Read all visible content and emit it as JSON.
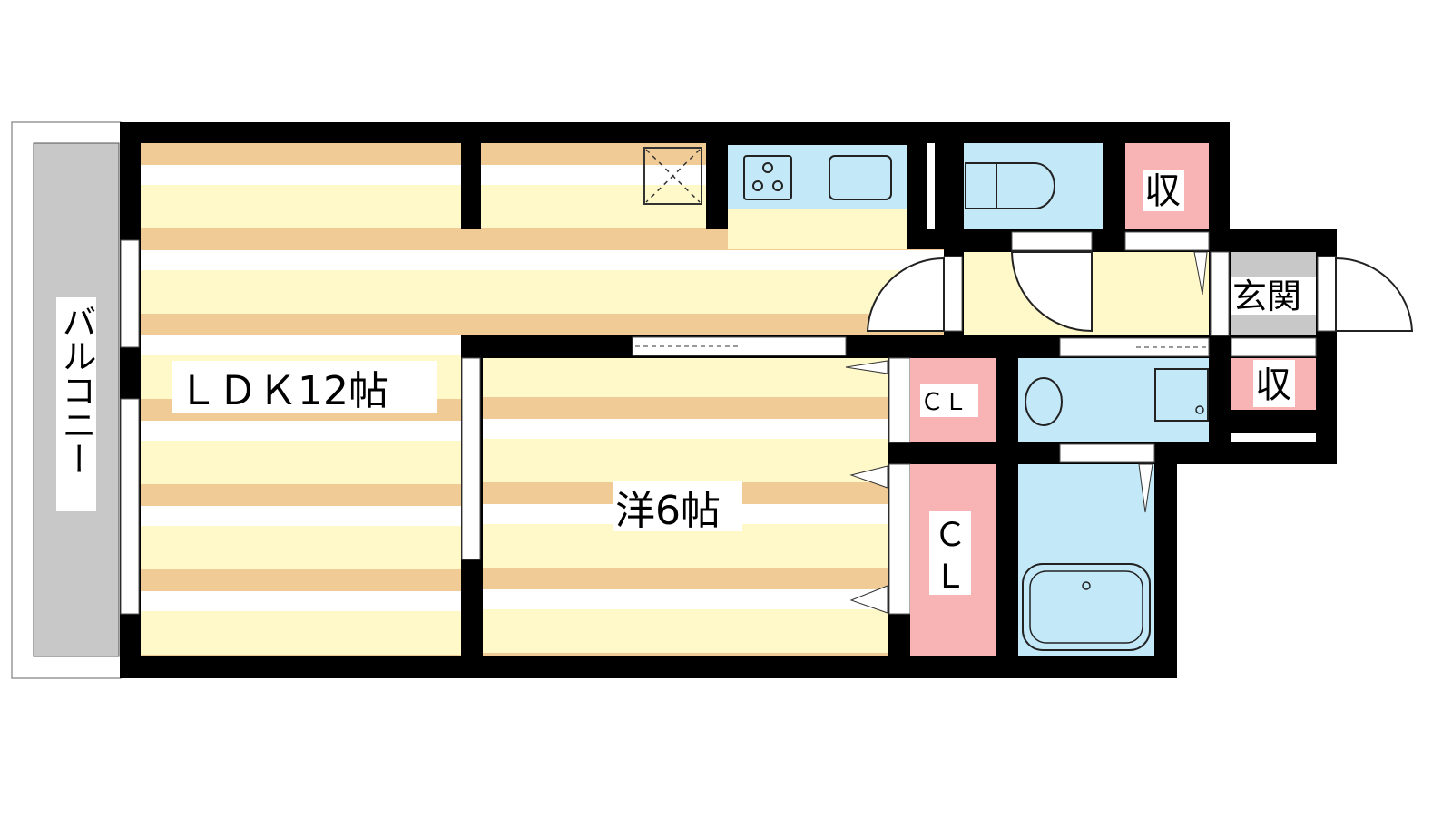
{
  "rooms": {
    "ldk": "ＬＤＫ12帖",
    "western": "洋6帖",
    "balcony": "バルコニー",
    "entrance": "玄関",
    "storage_top": "収",
    "storage_side": "収",
    "closet_small": "ＣＬ",
    "closet_large_c": "Ｃ",
    "closet_large_l": "Ｌ"
  },
  "colors": {
    "wall": "#000000",
    "floor_tan": "#f0cb96",
    "floor_light": "#fff8c8",
    "wet_area": "#c3e8f8",
    "storage": "#f8b4b4",
    "balcony": "#c8c8c8"
  }
}
